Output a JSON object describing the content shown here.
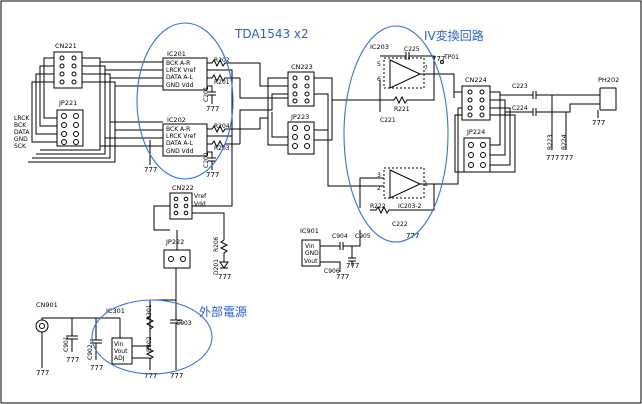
{
  "annotations": {
    "tda_label": "TDA1543 x2",
    "iv_label": "IV変換回路",
    "power_label": "外部電源",
    "color": "#2a5fd0"
  },
  "ic201": {
    "name": "IC201",
    "pins": [
      "BCK  A-R",
      "LRCK Vref",
      "DATA A-L",
      "GND Vdd"
    ]
  },
  "ic202": {
    "name": "IC202",
    "pins": [
      "BCK  A-R",
      "LRCK Vref",
      "DATA A-L",
      "GND Vdd"
    ]
  },
  "ic203": {
    "name": "IC203",
    "sub": "IC203-2",
    "pins1": [
      "5",
      "6",
      "7"
    ],
    "pins2": [
      "3",
      "2",
      "1"
    ]
  },
  "ic901": {
    "name": "IC901",
    "pins": [
      "Vin",
      "GND",
      "Vout"
    ]
  },
  "ic301": {
    "name": "IC301",
    "pins": [
      "Vin",
      "Vout",
      "ADJ"
    ]
  },
  "connectors": {
    "cn221": "CN221",
    "jp221": "JP221",
    "cn222": "CN222",
    "cn222_pins": [
      "Vref",
      "Vdd"
    ],
    "jp222": "JP222",
    "cn223": "CN223",
    "jp223": "JP223",
    "cn224": "CN224",
    "jp224": "JP224",
    "cn901": "CN901",
    "ph202": "PH202",
    "tp01": "TP01"
  },
  "signals": [
    "LRCK",
    "BCK",
    "DATA",
    "GND",
    "SCK"
  ],
  "capacitors": {
    "c201": "C201",
    "c202": "C202",
    "c221": "C221",
    "c222": "C222",
    "c223": "C223",
    "c224": "C224",
    "c225": "C225",
    "c901": "C901",
    "c902": "C902",
    "c903": "C903",
    "c904": "C904",
    "c905": "C905",
    "c906": "C906"
  },
  "resistors": {
    "r201": "R201",
    "r202": "R202",
    "r203": "R203",
    "r204": "R204",
    "r206": "R206",
    "r221": "R221",
    "r222": "R222",
    "r223": "R223",
    "r224": "R224",
    "r301": "R301",
    "r302": "R302"
  },
  "diodes": {
    "d201": "D201"
  },
  "ground_symbol": "777"
}
